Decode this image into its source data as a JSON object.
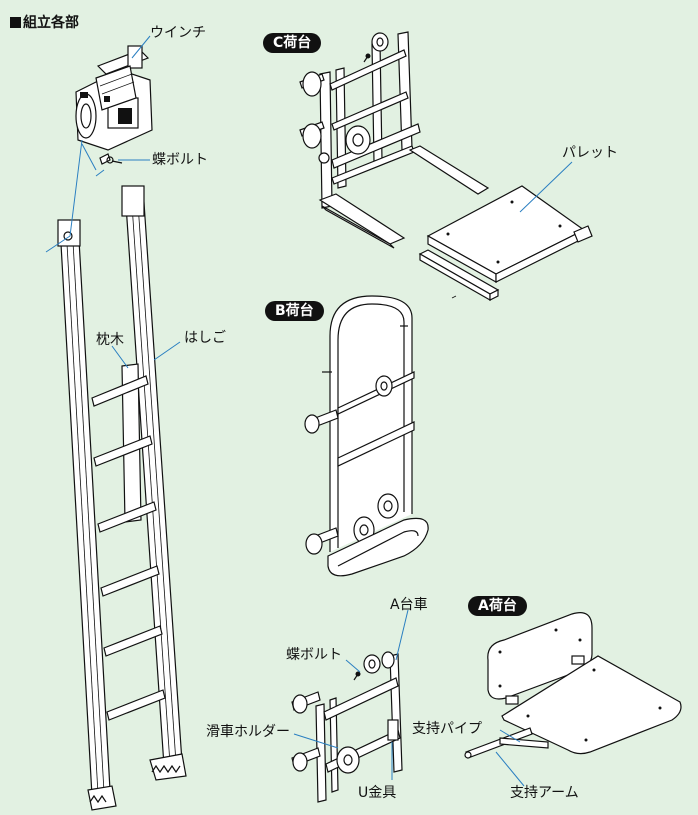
{
  "title": "組立各部",
  "badges": {
    "c": "C荷台",
    "b": "B荷台",
    "a": "A荷台"
  },
  "labels": {
    "winch": "ウインチ",
    "butterfly_bolt_top": "蝶ボルト",
    "ladder": "はしご",
    "pillow": "枕木",
    "pallet": "パレット",
    "a_cart": "A台車",
    "butterfly_bolt_bottom": "蝶ボルト",
    "pulley_holder": "滑車ホルダー",
    "u_bracket": "U金具",
    "support_pipe": "支持パイプ",
    "support_arm": "支持アーム"
  },
  "colors": {
    "background": "#e2f1e2",
    "line": "#111111",
    "leader": "#2a7fc1",
    "badge_bg": "#111111",
    "badge_text": "#ffffff"
  }
}
